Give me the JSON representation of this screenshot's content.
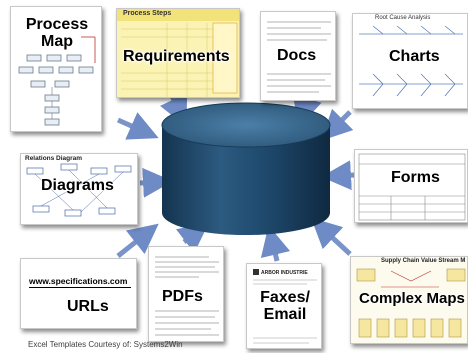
{
  "nodes": {
    "process_map": "Process\nMap",
    "requirements": "Requirements",
    "requirements_header": "Process Steps",
    "docs": "Docs",
    "charts": "Charts",
    "charts_header": "Root Cause Analysis",
    "diagrams": "Diagrams",
    "diagrams_header": "Relations Diagram",
    "forms": "Forms",
    "urls": "URLs",
    "url_text": "www.specifications.com",
    "pdfs": "PDFs",
    "faxes": "Faxes/\nEmail",
    "fax_header": "ARBOR INDUSTRIE",
    "complex_maps": "Complex Maps",
    "complex_maps_header": "Supply Chain Value Stream M"
  },
  "caption": "Excel Templates Courtesy of:  Systems2Win",
  "colors": {
    "cylinder": "#1f4a6e",
    "cylinder_top": "#3e6f96",
    "arrow": "#7a93c8",
    "req_header": "#f2e27a",
    "req_body": "#fbf3b4"
  }
}
